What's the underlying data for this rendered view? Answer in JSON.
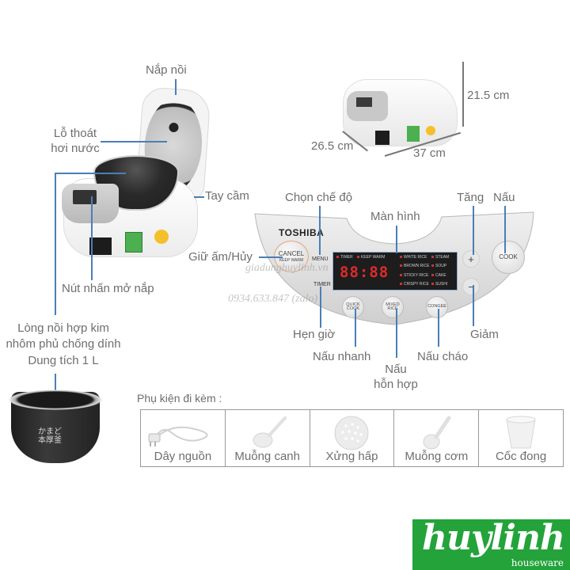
{
  "cooker_open": {
    "labels": {
      "lid": "Nắp nồi",
      "steam_vent_line1": "Lỗ thoát",
      "steam_vent_line2": "hơi nước",
      "handle": "Tay cầm",
      "lid_release_button": "Nút nhấn mở nắp"
    }
  },
  "inner_pot": {
    "line1": "Lòng nồi hợp kim",
    "line2": "nhôm phủ chống dính",
    "line3": "Dung tích 1 L",
    "engraving_line1": "かまど",
    "engraving_line2": "本厚釜"
  },
  "dimensions": {
    "height": "21.5 cm",
    "depth": "26.5 cm",
    "width": "37 cm"
  },
  "control_panel": {
    "brand": "TOSHIBA",
    "buttons": {
      "cancel": "CANCEL",
      "keep_warm": "KEEP WARM",
      "menu": "MENU",
      "timer": "TIMER",
      "cook": "COOK",
      "plus": "+",
      "minus": "−",
      "quick_cook": "QUICK COOK",
      "mixed_rice": "MIXED RICE",
      "congee": "CONGEE"
    },
    "display": {
      "digits": "88:88",
      "indicators": [
        "TIMER",
        "KEEP WARM",
        "WHITE RICE",
        "STEAM",
        "BROWN RICE",
        "SOUP",
        "STICKY RICE",
        "CAKE",
        "CRISPY RICE",
        "SUSHI"
      ]
    },
    "labels": {
      "select_mode": "Chọn chế độ",
      "screen": "Màn hình",
      "increase": "Tăng",
      "cook": "Nấu",
      "keep_warm_cancel": "Giữ ấm/Hủy",
      "timer": "Hẹn giờ",
      "quick_cook": "Nấu nhanh",
      "mixed_line1": "Nấu",
      "mixed_line2": "hỗn hợp",
      "congee": "Nấu cháo",
      "decrease": "Giảm"
    }
  },
  "watermark": {
    "site": "giadunghuylinh.vn",
    "phone": "0934.633.847 (zalo)"
  },
  "accessories": {
    "title": "Phụ kiện đi kèm :",
    "items": [
      {
        "label": "Dây nguồn",
        "icon": "power-cord-icon"
      },
      {
        "label": "Muỗng canh",
        "icon": "ladle-icon"
      },
      {
        "label": "Xửng hấp",
        "icon": "steamer-basket-icon"
      },
      {
        "label": "Muỗng cơm",
        "icon": "rice-paddle-icon"
      },
      {
        "label": "Cốc đong",
        "icon": "measuring-cup-icon"
      }
    ]
  },
  "logo": {
    "main": "huylinh",
    "sub": "houseware",
    "color": "#23a33a"
  }
}
